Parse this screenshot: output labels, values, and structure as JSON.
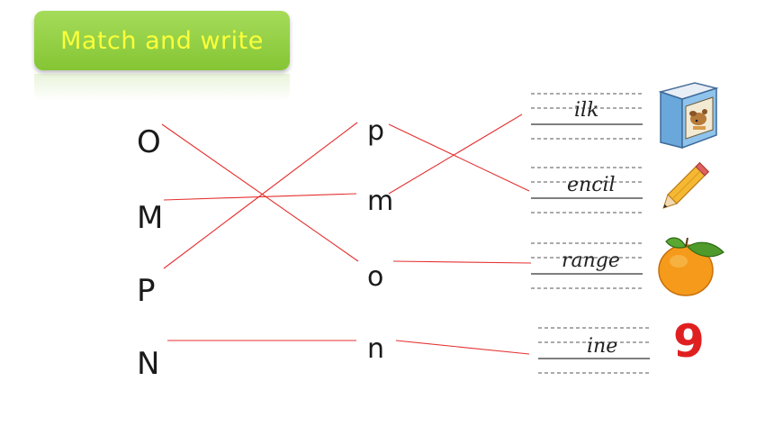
{
  "title": "Match and write",
  "uppercase": [
    "O",
    "M",
    "P",
    "N"
  ],
  "lowercase": [
    "p",
    "m",
    "o",
    "n"
  ],
  "words": [
    "ilk",
    "encil",
    "range",
    "ine"
  ],
  "nine": "9",
  "colors": {
    "line": "#e53030",
    "badge": "#8cc63f",
    "title_text": "#fbff3a",
    "nine": "#e02020"
  }
}
